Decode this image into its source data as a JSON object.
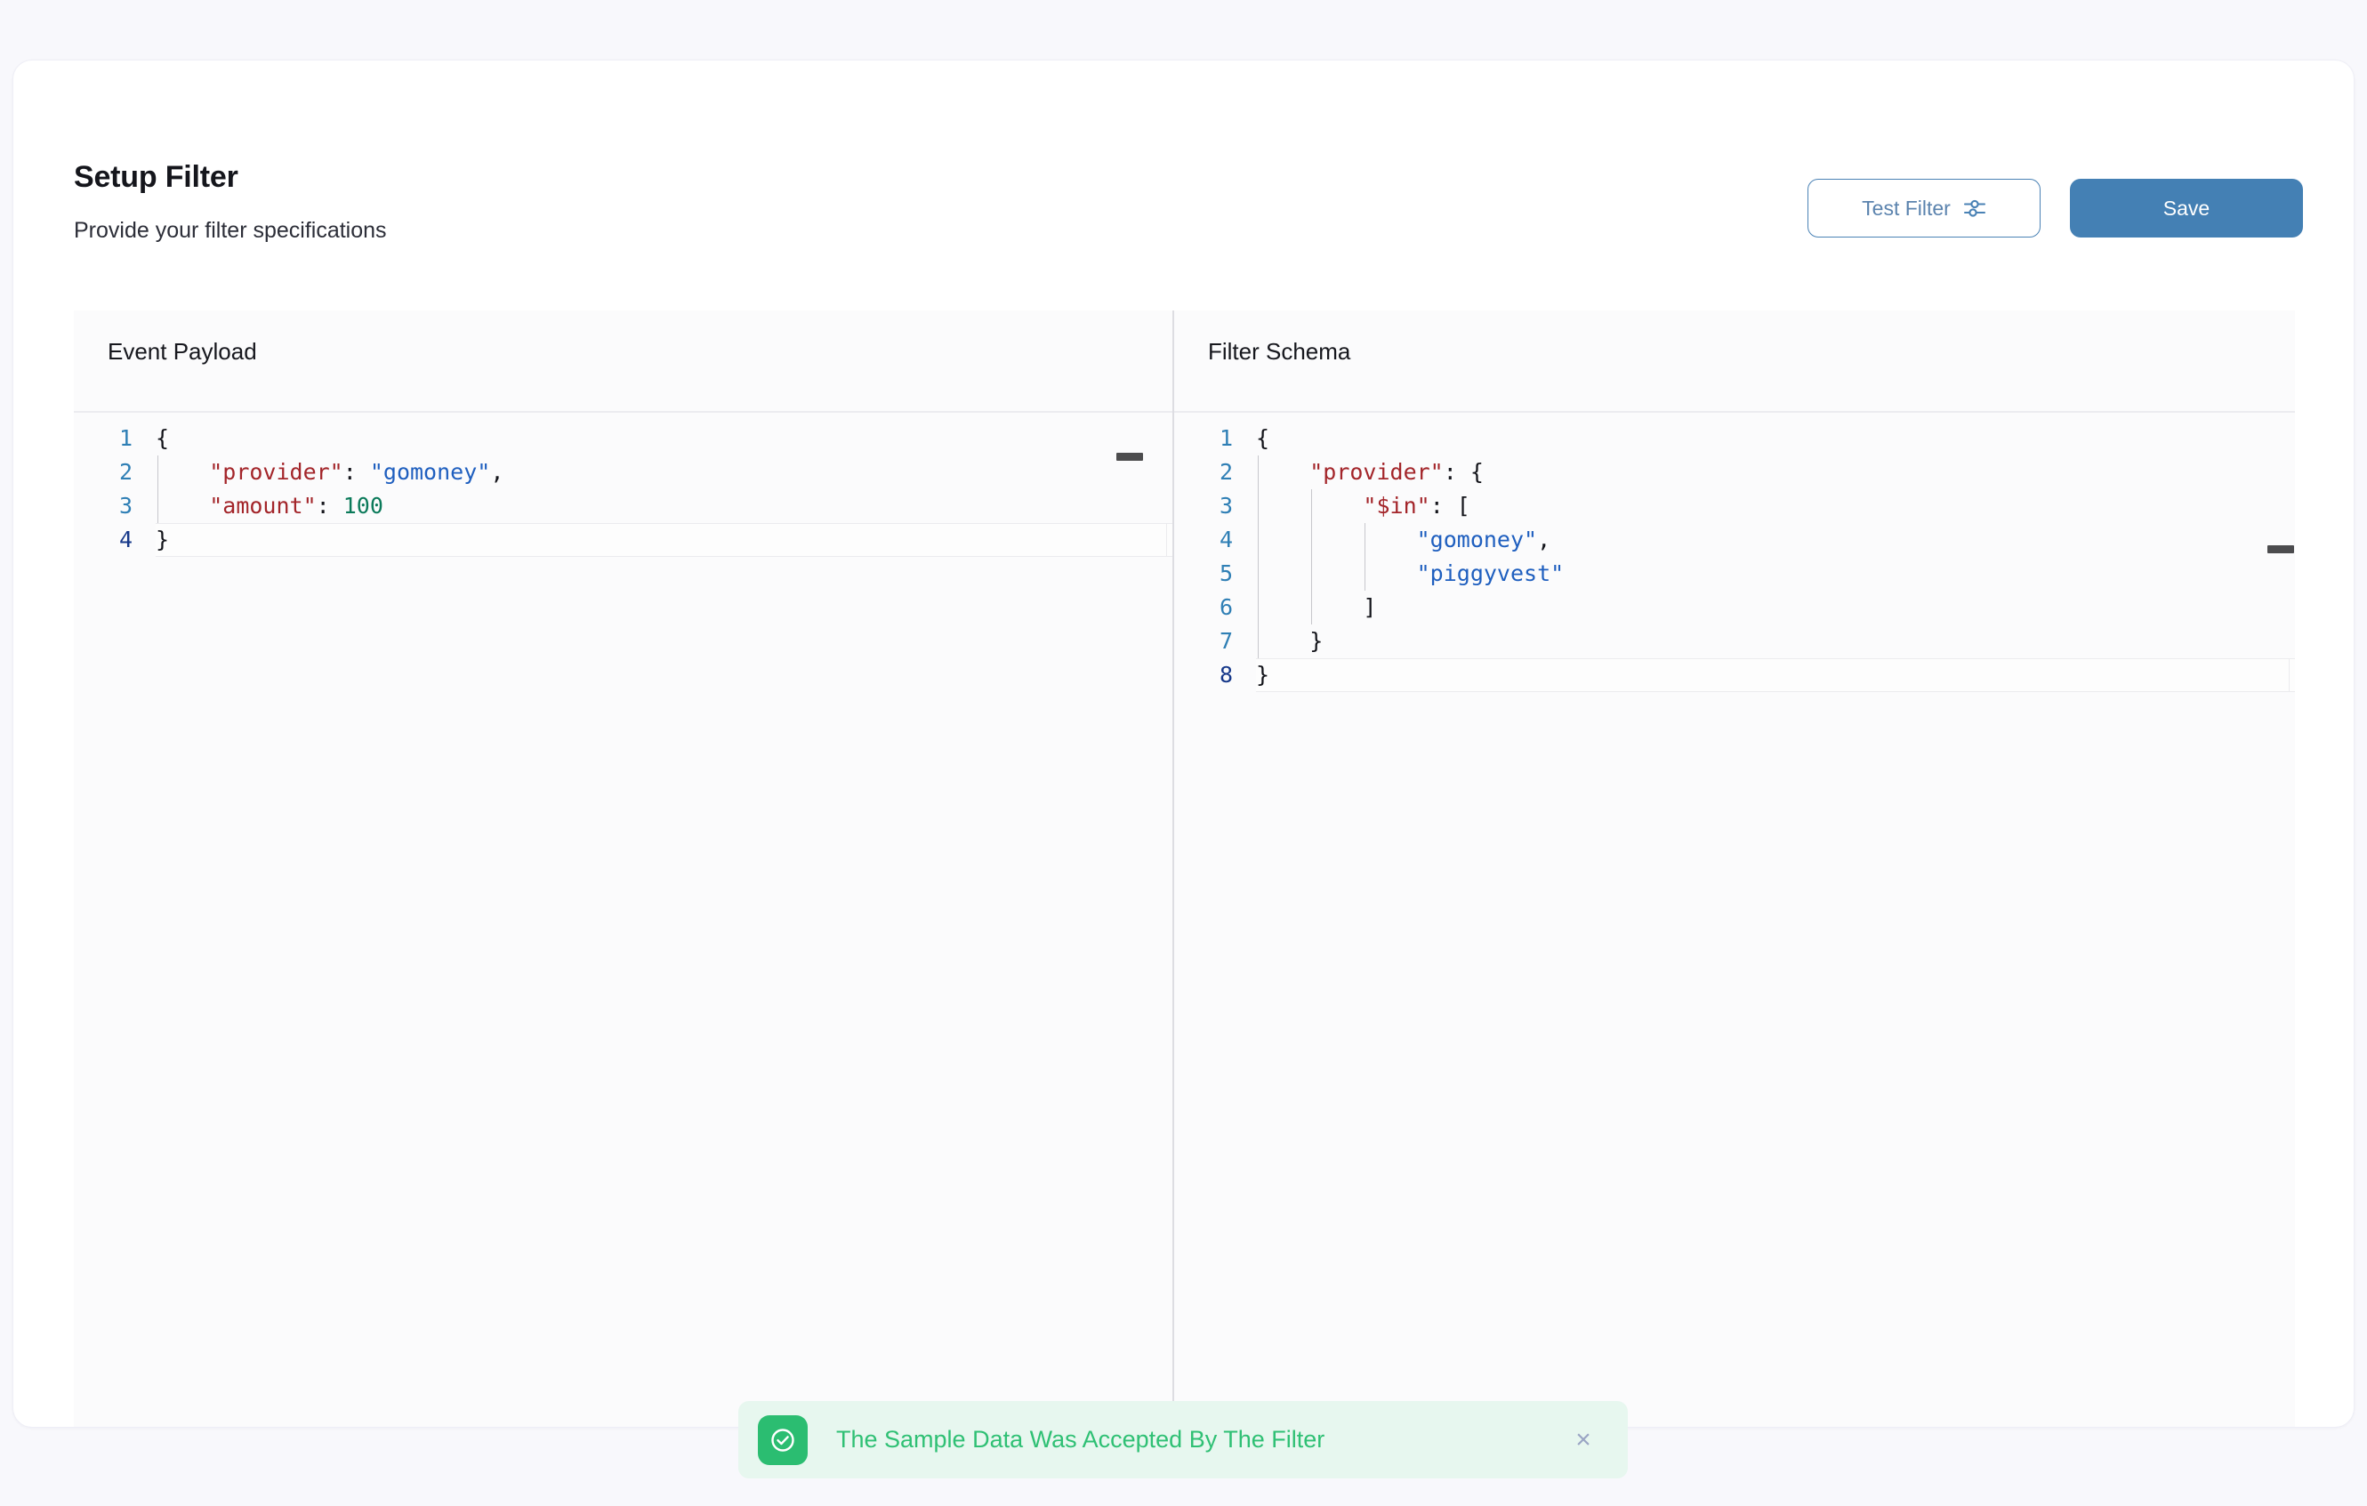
{
  "header": {
    "title": "Setup Filter",
    "subtitle": "Provide your filter specifications",
    "test_filter_label": "Test Filter",
    "save_label": "Save"
  },
  "colors": {
    "accent": "#4480b4",
    "accent_border": "#4a82b5",
    "success": "#2bbd71",
    "success_text": "#2fc074",
    "success_bg": "#e7f7ef",
    "page_bg": "#f8f8fc",
    "card_bg": "#ffffff",
    "editor_bg": "#fbfbfc",
    "json_key": "#a3252a",
    "json_string": "#1f5fbf",
    "json_number": "#0b7a5a",
    "line_number": "#2f7fb5",
    "line_number_active": "#16388a"
  },
  "editors": {
    "event_payload": {
      "label": "Event Payload",
      "active_line": 4,
      "lines": [
        {
          "n": "1",
          "tokens": [
            {
              "t": "{",
              "c": "punc"
            }
          ]
        },
        {
          "n": "2",
          "tokens": [
            {
              "t": "    ",
              "c": "punc"
            },
            {
              "t": "\"provider\"",
              "c": "key"
            },
            {
              "t": ": ",
              "c": "punc"
            },
            {
              "t": "\"gomoney\"",
              "c": "str"
            },
            {
              "t": ",",
              "c": "punc"
            }
          ]
        },
        {
          "n": "3",
          "tokens": [
            {
              "t": "    ",
              "c": "punc"
            },
            {
              "t": "\"amount\"",
              "c": "key"
            },
            {
              "t": ": ",
              "c": "punc"
            },
            {
              "t": "100",
              "c": "num"
            }
          ]
        },
        {
          "n": "4",
          "tokens": [
            {
              "t": "}",
              "c": "punc"
            }
          ]
        }
      ]
    },
    "filter_schema": {
      "label": "Filter Schema",
      "active_line": 8,
      "lines": [
        {
          "n": "1",
          "tokens": [
            {
              "t": "{",
              "c": "punc"
            }
          ]
        },
        {
          "n": "2",
          "tokens": [
            {
              "t": "    ",
              "c": "punc"
            },
            {
              "t": "\"provider\"",
              "c": "key"
            },
            {
              "t": ": ",
              "c": "punc"
            },
            {
              "t": "{",
              "c": "punc"
            }
          ]
        },
        {
          "n": "3",
          "tokens": [
            {
              "t": "        ",
              "c": "punc"
            },
            {
              "t": "\"$in\"",
              "c": "key"
            },
            {
              "t": ": ",
              "c": "punc"
            },
            {
              "t": "[",
              "c": "punc"
            }
          ]
        },
        {
          "n": "4",
          "tokens": [
            {
              "t": "            ",
              "c": "punc"
            },
            {
              "t": "\"gomoney\"",
              "c": "str"
            },
            {
              "t": ",",
              "c": "punc"
            }
          ]
        },
        {
          "n": "5",
          "tokens": [
            {
              "t": "            ",
              "c": "punc"
            },
            {
              "t": "\"piggyvest\"",
              "c": "str"
            }
          ]
        },
        {
          "n": "6",
          "tokens": [
            {
              "t": "        ]",
              "c": "punc"
            }
          ]
        },
        {
          "n": "7",
          "tokens": [
            {
              "t": "    }",
              "c": "punc"
            }
          ]
        },
        {
          "n": "8",
          "tokens": [
            {
              "t": "}",
              "c": "punc"
            }
          ]
        }
      ]
    }
  },
  "toast": {
    "message": "The Sample Data Was Accepted By The Filter",
    "icon": "check-circle-icon",
    "close_label": "×"
  },
  "icons": {
    "test_filter": "sliders-icon",
    "toast_success": "check-circle-icon",
    "toast_close": "close-icon"
  }
}
